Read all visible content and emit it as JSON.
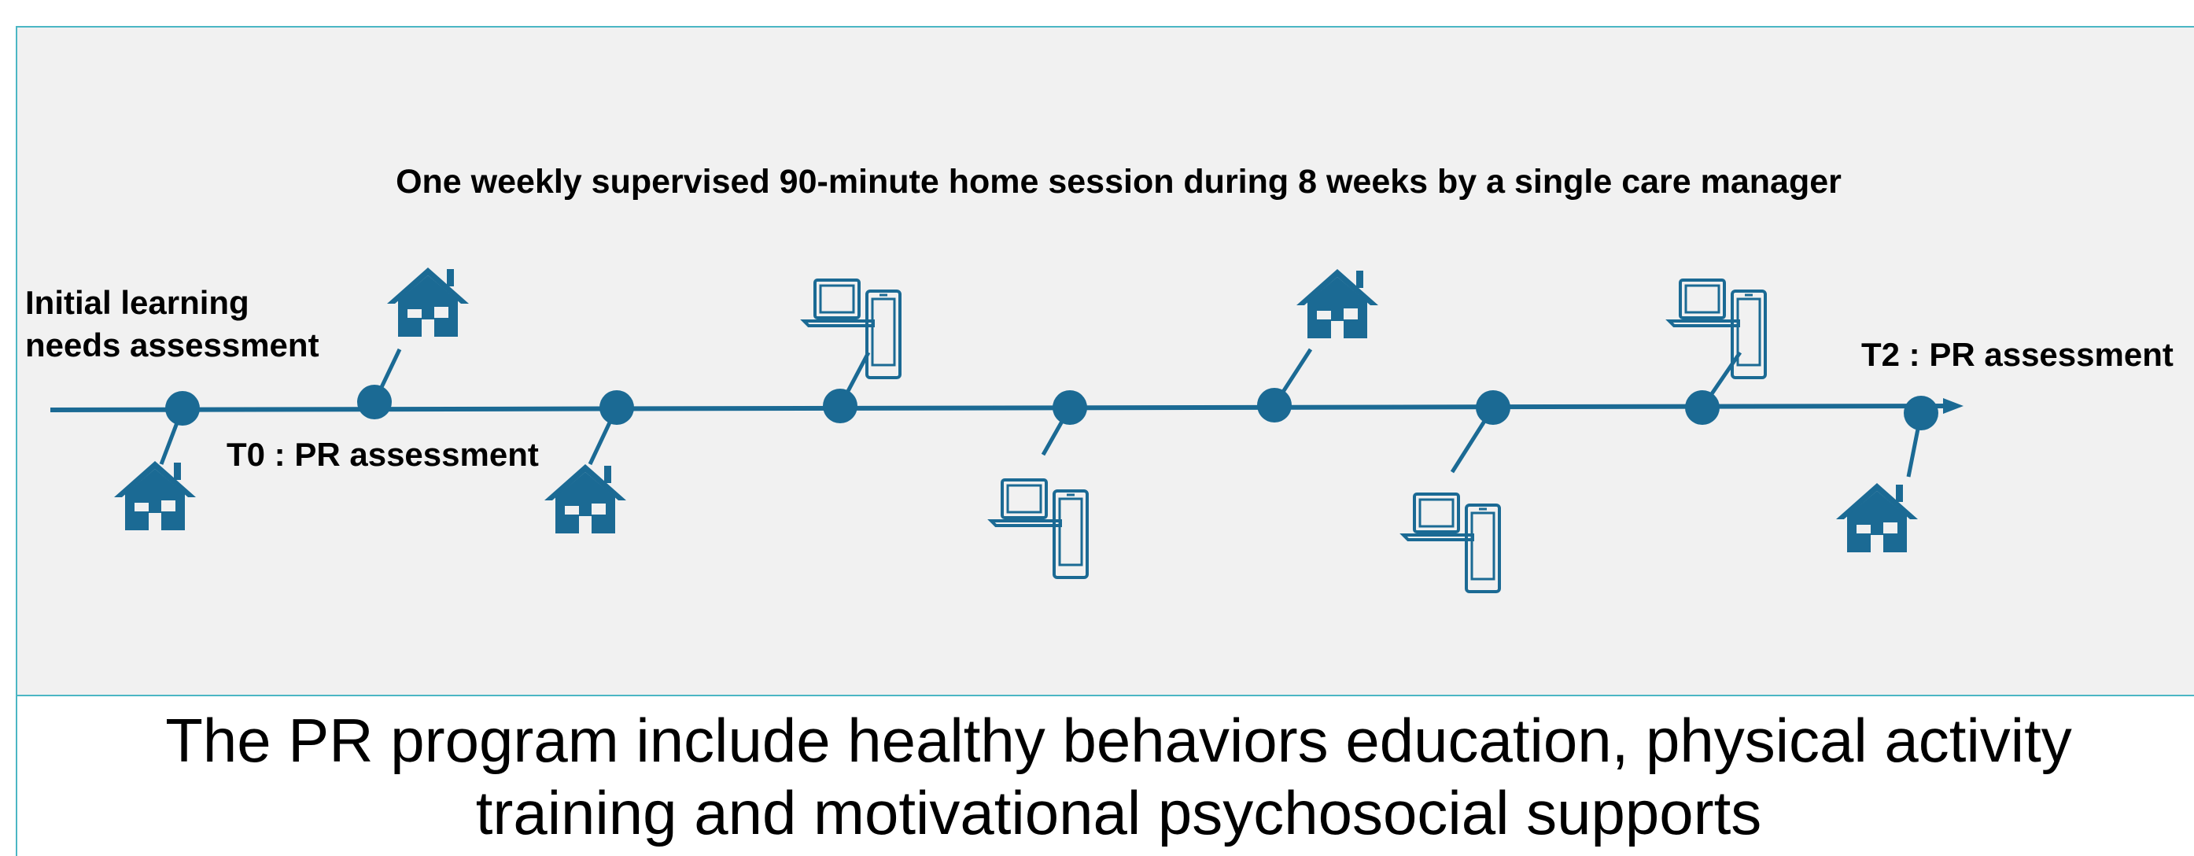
{
  "heading": "One weekly supervised 90-minute home session during 8 weeks by a single care manager",
  "initial_label_line1": "Initial learning",
  "initial_label_line2": "needs assessment",
  "t0_label": "T0 : PR assessment",
  "t2_label": "T2 : PR assessment",
  "footer_line1": "The PR program include healthy behaviors education, physical activity",
  "footer_line2": "training and motivational psychosocial supports",
  "colors": {
    "accent": "#1b6a94",
    "frame": "#4bb6c4",
    "panel": "#f1f1f1"
  },
  "timeline": {
    "sessions": [
      {
        "icon": "home-icon",
        "side": "below"
      },
      {
        "icon": "home-icon",
        "side": "above"
      },
      {
        "icon": "home-icon",
        "side": "below"
      },
      {
        "icon": "laptop-phone-icon",
        "side": "above"
      },
      {
        "icon": "laptop-phone-icon",
        "side": "below"
      },
      {
        "icon": "home-icon",
        "side": "above"
      },
      {
        "icon": "laptop-phone-icon",
        "side": "below"
      },
      {
        "icon": "laptop-phone-icon",
        "side": "above"
      },
      {
        "icon": "home-icon",
        "side": "below"
      }
    ]
  }
}
